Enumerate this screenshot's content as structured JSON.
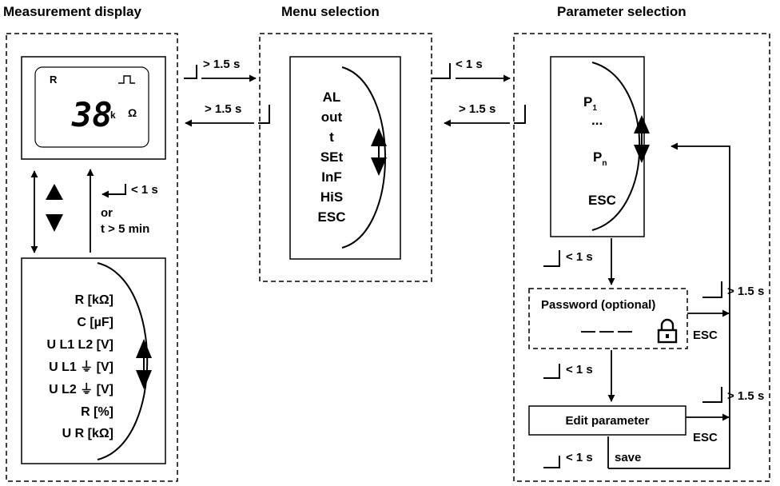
{
  "titles": {
    "measurement": "Measurement display",
    "menu": "Menu selection",
    "parameter": "Parameter selection"
  },
  "lcd": {
    "mode": "R",
    "value": "38",
    "unit_prefix": "k",
    "unit": "Ω"
  },
  "timing": {
    "gt_1_5s": "> 1.5 s",
    "lt_1s": "< 1 s",
    "or": "or",
    "t_gt_5min": "t > 5 min",
    "esc": "ESC",
    "save": "save"
  },
  "menu_items": [
    "AL",
    "out",
    "t",
    "SEt",
    "InF",
    "HiS",
    "ESC"
  ],
  "measurement_items": [
    "R [kΩ]",
    "C [µF]",
    "U L1 L2 [V]",
    "U L1 ⏚ [V]",
    "U L2 ⏚ [V]",
    "R [%]",
    "U R [kΩ]"
  ],
  "parameters": {
    "p_label": "P",
    "p_first_sub": "1",
    "ellipsis": "...",
    "p_last_sub": "n",
    "esc": "ESC"
  },
  "password": {
    "title": "Password (optional)",
    "dashes": "— — —"
  },
  "edit": {
    "label": "Edit parameter"
  }
}
